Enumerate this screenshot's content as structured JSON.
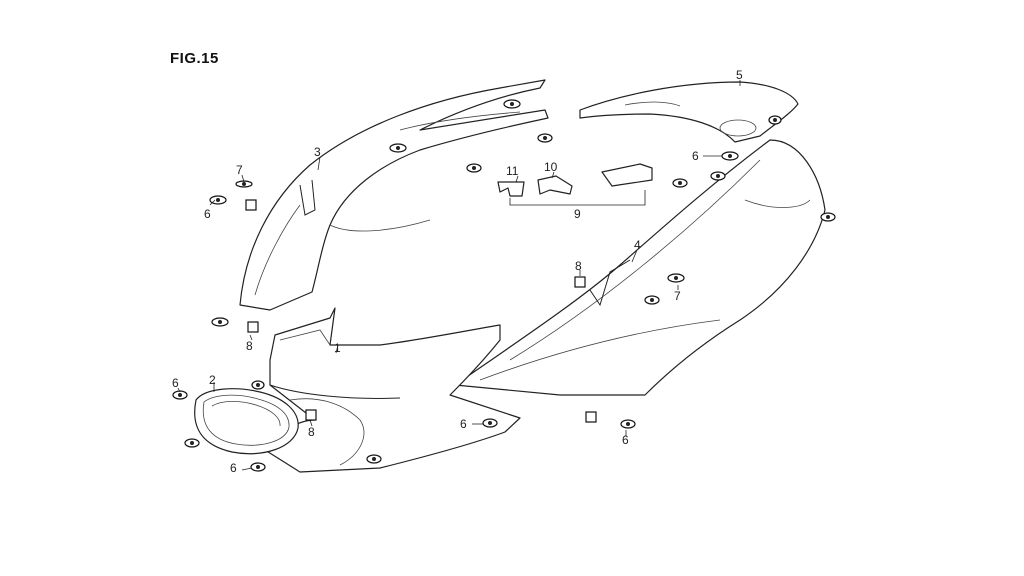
{
  "figure": {
    "title": "FIG.15"
  },
  "callouts": [
    {
      "id": "c1",
      "label": "1"
    },
    {
      "id": "c2",
      "label": "2"
    },
    {
      "id": "c3",
      "label": "3"
    },
    {
      "id": "c4",
      "label": "4"
    },
    {
      "id": "c5",
      "label": "5"
    },
    {
      "id": "c6a",
      "label": "6"
    },
    {
      "id": "c6b",
      "label": "6"
    },
    {
      "id": "c6c",
      "label": "6"
    },
    {
      "id": "c6d",
      "label": "6"
    },
    {
      "id": "c6e",
      "label": "6"
    },
    {
      "id": "c6f",
      "label": "6"
    },
    {
      "id": "c7a",
      "label": "7"
    },
    {
      "id": "c7b",
      "label": "7"
    },
    {
      "id": "c8a",
      "label": "8"
    },
    {
      "id": "c8b",
      "label": "8"
    },
    {
      "id": "c8c",
      "label": "8"
    },
    {
      "id": "c9",
      "label": "9"
    },
    {
      "id": "c10",
      "label": "10"
    },
    {
      "id": "c11",
      "label": "11"
    }
  ]
}
